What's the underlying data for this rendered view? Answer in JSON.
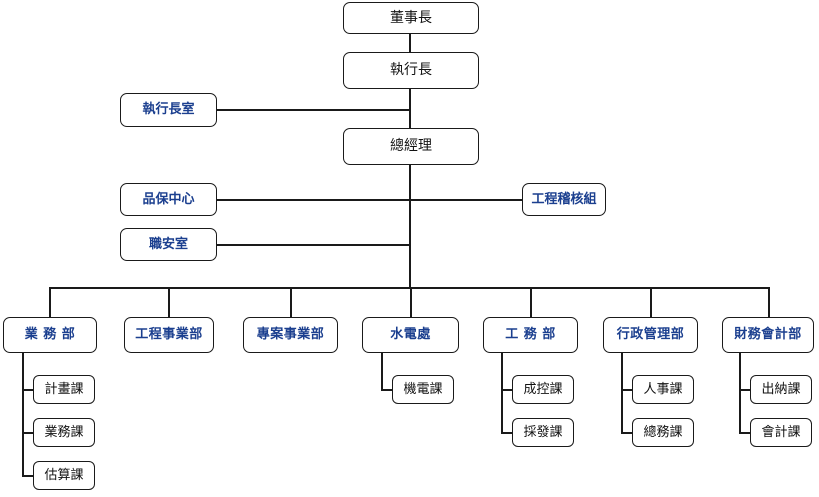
{
  "chart": {
    "title": "Organization Chart",
    "colors": {
      "line": "#1a1a1a",
      "box_border": "#1a1a1a",
      "text_black": "#121212",
      "text_blue": "#1b3f8f",
      "background": "#ffffff"
    },
    "nodes": {
      "chairman": {
        "label": "董事長",
        "color": "black"
      },
      "ceo": {
        "label": "執行長",
        "color": "black"
      },
      "president": {
        "label": "總經理",
        "color": "black"
      },
      "ceo_office": {
        "label": "執行長室",
        "color": "blue"
      },
      "qa_center": {
        "label": "品保中心",
        "color": "blue"
      },
      "safety_office": {
        "label": "職安室",
        "color": "blue"
      },
      "audit_group": {
        "label": "工程稽核組",
        "color": "blue"
      },
      "dept_sales": {
        "label": "業 務 部",
        "color": "blue"
      },
      "dept_engineering": {
        "label": "工程事業部",
        "color": "blue"
      },
      "dept_project": {
        "label": "專案事業部",
        "color": "blue"
      },
      "dept_utilities": {
        "label": "水電處",
        "color": "blue"
      },
      "dept_works": {
        "label": "工 務 部",
        "color": "blue"
      },
      "dept_admin": {
        "label": "行政管理部",
        "color": "blue"
      },
      "dept_finance": {
        "label": "財務會計部",
        "color": "blue"
      },
      "sec_planning": {
        "label": "計畫課",
        "color": "black"
      },
      "sec_sales": {
        "label": "業務課",
        "color": "black"
      },
      "sec_estimate": {
        "label": "估算課",
        "color": "black"
      },
      "sec_mech_elec": {
        "label": "機電課",
        "color": "black"
      },
      "sec_cost_control": {
        "label": "成控課",
        "color": "black"
      },
      "sec_procurement": {
        "label": "採發課",
        "color": "black"
      },
      "sec_hr": {
        "label": "人事課",
        "color": "black"
      },
      "sec_general_affairs": {
        "label": "總務課",
        "color": "black"
      },
      "sec_cashier": {
        "label": "出納課",
        "color": "black"
      },
      "sec_accounting": {
        "label": "會計課",
        "color": "black"
      }
    },
    "hierarchy": {
      "root": "董事長",
      "levels": [
        {
          "level": 1,
          "members": [
            "董事長"
          ]
        },
        {
          "level": 2,
          "members": [
            "執行長"
          ]
        },
        {
          "level": 2.5,
          "staff": [
            "執行長室"
          ]
        },
        {
          "level": 3,
          "members": [
            "總經理"
          ]
        },
        {
          "level": 3.5,
          "staff": [
            "品保中心",
            "職安室",
            "工程稽核組"
          ]
        },
        {
          "level": 4,
          "members": [
            "業 務 部",
            "工程事業部",
            "專案事業部",
            "水電處",
            "工 務 部",
            "行政管理部",
            "財務會計部"
          ]
        },
        {
          "level": 5,
          "members": [
            "計畫課",
            "業務課",
            "估算課",
            "機電課",
            "成控課",
            "採發課",
            "人事課",
            "總務課",
            "出納課",
            "會計課"
          ]
        }
      ],
      "relations": [
        {
          "parent": "董事長",
          "child": "執行長"
        },
        {
          "parent": "執行長",
          "child": "執行長室"
        },
        {
          "parent": "執行長",
          "child": "總經理"
        },
        {
          "parent": "總經理",
          "child": "品保中心"
        },
        {
          "parent": "總經理",
          "child": "工程稽核組"
        },
        {
          "parent": "總經理",
          "child": "職安室"
        },
        {
          "parent": "總經理",
          "child": "業 務 部"
        },
        {
          "parent": "總經理",
          "child": "工程事業部"
        },
        {
          "parent": "總經理",
          "child": "專案事業部"
        },
        {
          "parent": "總經理",
          "child": "水電處"
        },
        {
          "parent": "總經理",
          "child": "工 務 部"
        },
        {
          "parent": "總經理",
          "child": "行政管理部"
        },
        {
          "parent": "總經理",
          "child": "財務會計部"
        },
        {
          "parent": "業 務 部",
          "child": "計畫課"
        },
        {
          "parent": "業 務 部",
          "child": "業務課"
        },
        {
          "parent": "業 務 部",
          "child": "估算課"
        },
        {
          "parent": "水電處",
          "child": "機電課"
        },
        {
          "parent": "工 務 部",
          "child": "成控課"
        },
        {
          "parent": "工 務 部",
          "child": "採發課"
        },
        {
          "parent": "行政管理部",
          "child": "人事課"
        },
        {
          "parent": "行政管理部",
          "child": "總務課"
        },
        {
          "parent": "財務會計部",
          "child": "出納課"
        },
        {
          "parent": "財務會計部",
          "child": "會計課"
        }
      ]
    }
  }
}
